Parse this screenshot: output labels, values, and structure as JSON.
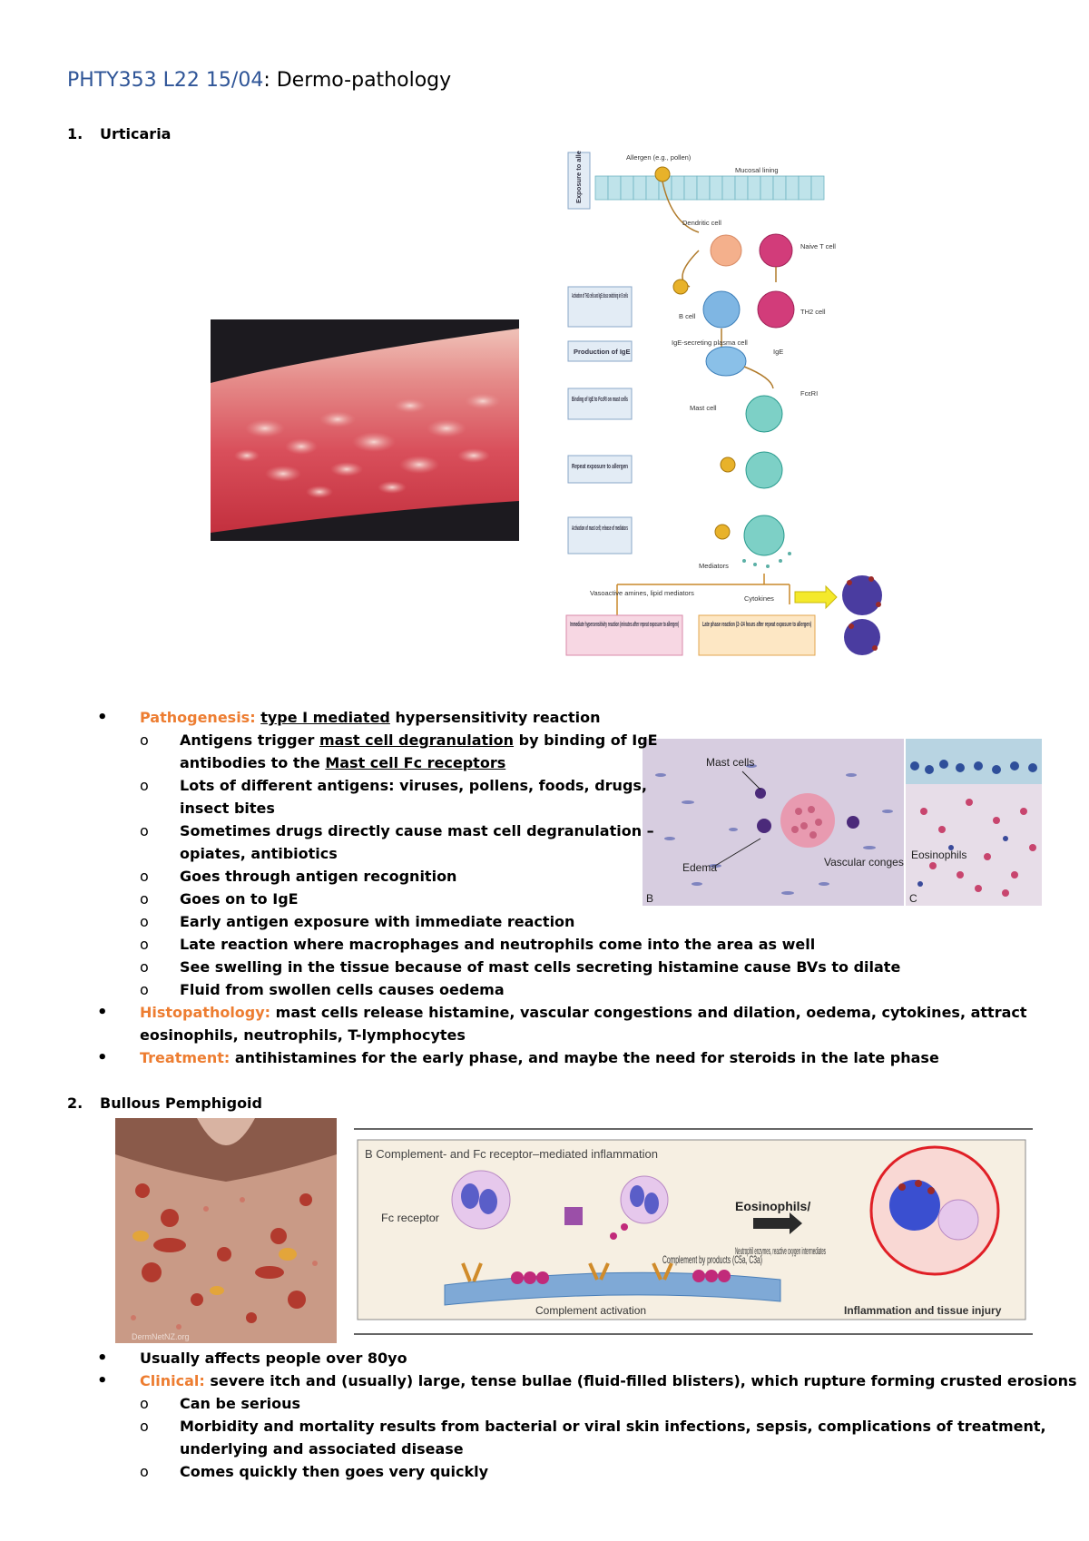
{
  "header": {
    "course_code": "PHTY353 L22 15/04",
    "separator": ": ",
    "topic": "Dermo-pathology"
  },
  "sections": [
    {
      "number": "1.",
      "title": "Urticaria",
      "bullets": [
        {
          "label": "Pathogenesis:",
          "pre": " ",
          "underlined": "type I mediated",
          "rest": " hypersensitivity reaction"
        },
        {
          "label": "Histopathology:",
          "text": " mast cells release histamine, vascular congestions and dilation, oedema, cytokines, attract",
          "cont": "eosinophils, neutrophils, T-lymphocytes"
        },
        {
          "label": "Treatment:",
          "text": " antihistamines for the early phase, and maybe the need for steroids in the late phase"
        }
      ],
      "sub_bullets": [
        {
          "pre": "Antigens trigger ",
          "underlined": "mast cell degranulation",
          "post": " by binding of IgE",
          "cont_pre": "antibodies to the ",
          "cont_underlined": "Mast cell Fc receptors"
        },
        {
          "text": "Lots of different antigens: viruses, pollens, foods, drugs,",
          "cont": "insect bites"
        },
        {
          "text": "Sometimes drugs directly cause mast cell degranulation –",
          "cont": "opiates, antibiotics"
        },
        {
          "text": "Goes through antigen recognition"
        },
        {
          "text": "Goes on to IgE"
        },
        {
          "text": "Early antigen exposure with immediate reaction"
        },
        {
          "text": "Late reaction where macrophages and neutrophils come into the area as well"
        },
        {
          "text": "See swelling in the tissue because of mast cells secreting histamine cause BVs to dilate"
        },
        {
          "text": "Fluid from swollen cells causes oedema"
        }
      ]
    },
    {
      "number": "2.",
      "title": "Bullous Pemphigoid",
      "bullets": [
        {
          "text": "Usually affects people over 80yo"
        },
        {
          "label": "Clinical:",
          "text": " severe itch and (usually) large, tense bullae (fluid-filled blisters), which rupture forming crusted erosions"
        }
      ],
      "sub_bullets": [
        {
          "text": "Can be serious"
        },
        {
          "text": "Morbidity and mortality results from bacterial or viral skin infections, sepsis, complications of treatment,",
          "cont": "underlying and associated disease"
        },
        {
          "text": "Comes quickly then goes very quickly"
        }
      ]
    }
  ],
  "figures": {
    "hypersensitivity_diagram": {
      "side_labels": [
        "Exposure to allergen"
      ],
      "top_labels": [
        "Allergen (e.g., pollen)",
        "Mucosal lining",
        "Dendritic cell",
        "Naive T cell"
      ],
      "steps": [
        "Activation of TH2 cells and IgE class switching in B cells",
        "Production of IgE",
        "Binding of IgE to FcεRI on mast cells",
        "Repeat exposure to allergen",
        "Activation of mast cell; release of mediators"
      ],
      "cell_labels": [
        "B cell",
        "TH2 cell",
        "IgE-secreting plasma cell",
        "IgE",
        "Mast cell",
        "FcεRI",
        "Mediators"
      ],
      "branches": [
        "Vasoactive amines, lipid mediators",
        "Cytokines"
      ],
      "outcomes": [
        "Immediate hypersensitivity reaction (minutes after repeat exposure to allergen)",
        "Late phase reaction (2–24 hours after repeat exposure to allergen)"
      ]
    },
    "histology": {
      "labels": [
        "Mast cells",
        "Vascular congestion",
        "Edema",
        "Eosinophils",
        "B",
        "C"
      ]
    },
    "complement_diagram": {
      "title": "B  Complement- and Fc receptor–mediated inflammation",
      "fc_label": "Fc receptor",
      "complement_activation": "Complement activation",
      "byproducts": "Complement by products (C5a, C3a)",
      "eosinophils": "Eosinophils/",
      "enzymes": "Neutrophil enzymes, reactive oxygen intermediates",
      "footer": "Inflammation and tissue injury"
    },
    "bp_photo": {
      "watermark": "DermNetNZ.org"
    }
  }
}
